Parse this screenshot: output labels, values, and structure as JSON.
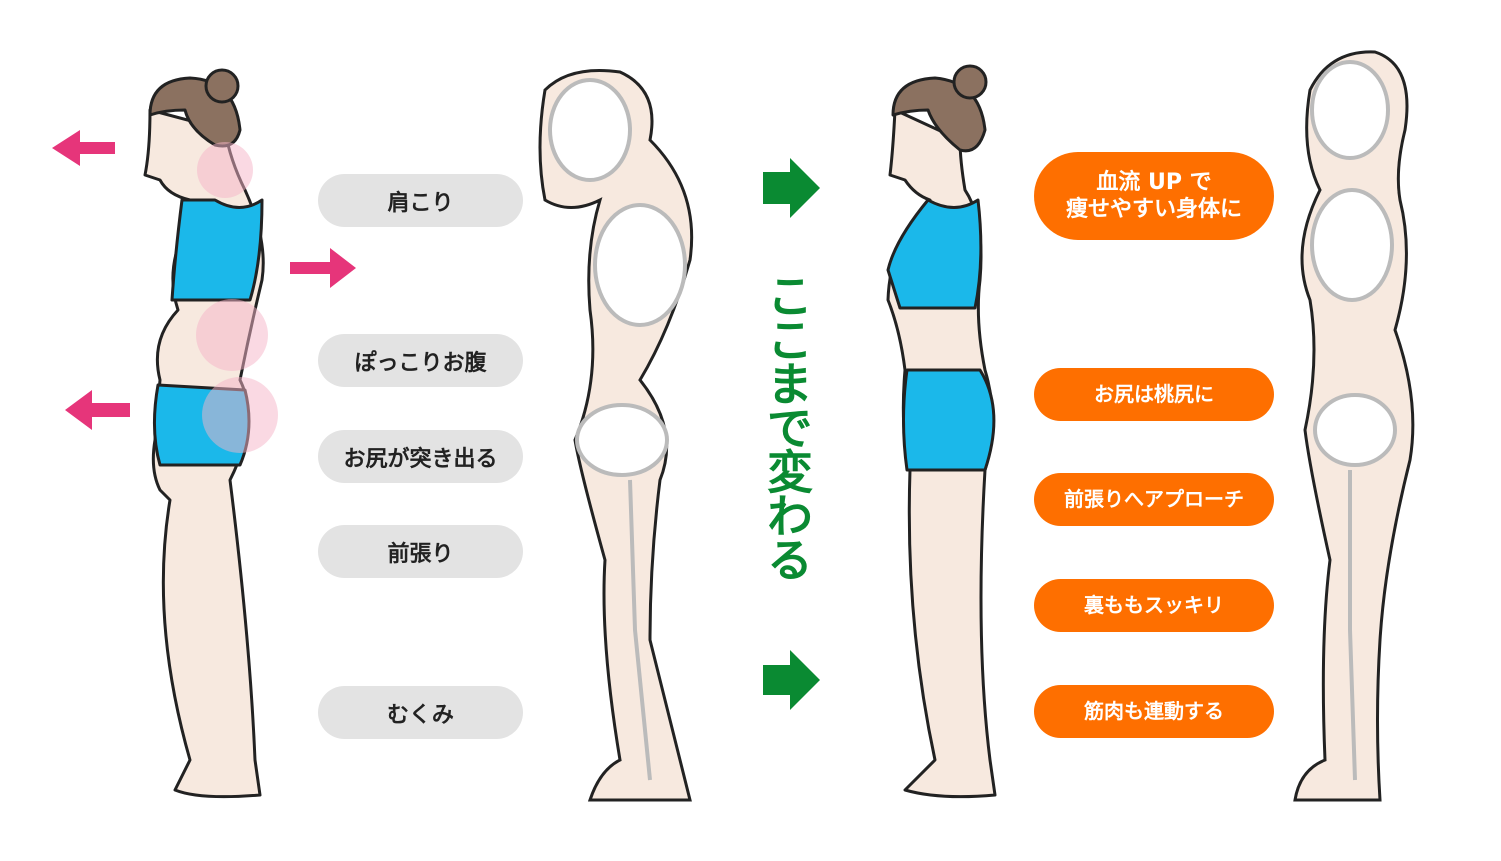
{
  "before_labels": [
    "肩こり",
    "ぽっこりお腹",
    "お尻が突き出る",
    "前張り",
    "むくみ"
  ],
  "center_text": "ここまで変わる",
  "after_labels": {
    "blood_flow_line1": "血流 UP で",
    "blood_flow_line2": "痩せやすい身体に",
    "items": [
      "お尻は桃尻に",
      "前張りへアプローチ",
      "裏ももスッキリ",
      "筋肉も連動する"
    ]
  },
  "colors": {
    "arrow_pink": "#e6357a",
    "arrow_green": "#0a8a32",
    "pill_orange": "#fe6f00",
    "pill_gray": "#e3e3e3",
    "skin": "#f7e9df",
    "wear": "#1bb8ea",
    "hair": "#8b7160"
  }
}
